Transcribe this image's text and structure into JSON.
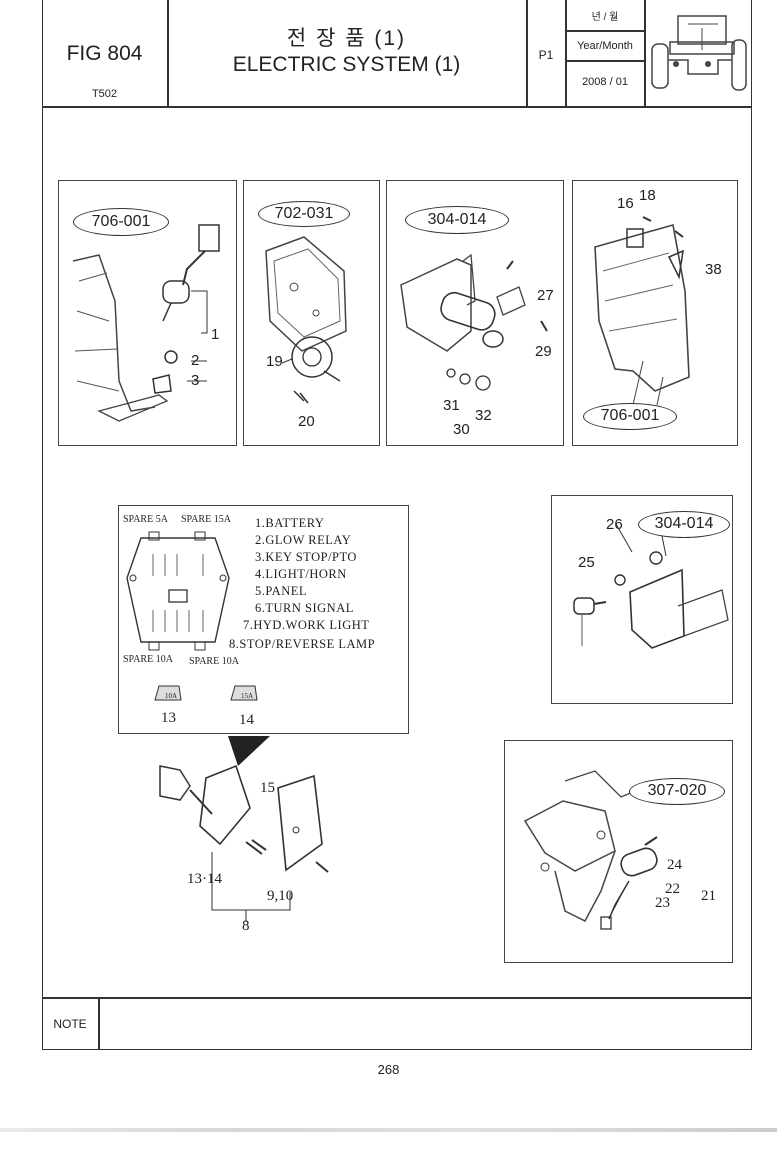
{
  "header": {
    "fig_label": "FIG 804",
    "model": "T502",
    "title_korean": "전 장 품 (1)",
    "title_english": "ELECTRIC SYSTEM (1)",
    "page_code": "P1",
    "year_month_korean": "년 / 월",
    "year_month_label": "Year/Month",
    "date": "2008 / 01"
  },
  "diagrams": {
    "panel1": {
      "callout": "706-001",
      "parts": [
        "1",
        "2",
        "3"
      ]
    },
    "panel2": {
      "callout": "702-031",
      "parts": [
        "19",
        "20"
      ]
    },
    "panel3": {
      "callout": "304-014",
      "parts": [
        "27",
        "29",
        "31",
        "30",
        "32"
      ]
    },
    "panel4": {
      "callout_bottom": "706-001",
      "parts": [
        "16",
        "18",
        "38"
      ]
    },
    "fuse_box": {
      "top_labels": [
        "SPARE 5A",
        "SPARE 15A"
      ],
      "bottom_labels": [
        "SPARE 10A",
        "SPARE 10A"
      ],
      "circuits": [
        "1.BATTERY",
        "2.GLOW RELAY",
        "3.KEY STOP/PTO",
        "4.LIGHT/HORN",
        "5.PANEL",
        "6.TURN SIGNAL",
        "7.HYD.WORK LIGHT",
        "8.STOP/REVERSE LAMP"
      ],
      "fuse13": {
        "rating": "10A",
        "part": "13"
      },
      "fuse14": {
        "rating": "15A",
        "part": "14"
      }
    },
    "panel5": {
      "callout": "304-014",
      "parts": [
        "26",
        "25"
      ]
    },
    "fuse_assembly": {
      "parts": [
        "15",
        "13·14",
        "9,10",
        "8"
      ]
    },
    "panel6": {
      "callout": "307-020",
      "parts": [
        "24",
        "22",
        "21",
        "23"
      ]
    }
  },
  "note": {
    "label": "NOTE",
    "text": ""
  },
  "page_number": "268",
  "colors": {
    "line": "#333333",
    "paper": "#ffffff"
  }
}
